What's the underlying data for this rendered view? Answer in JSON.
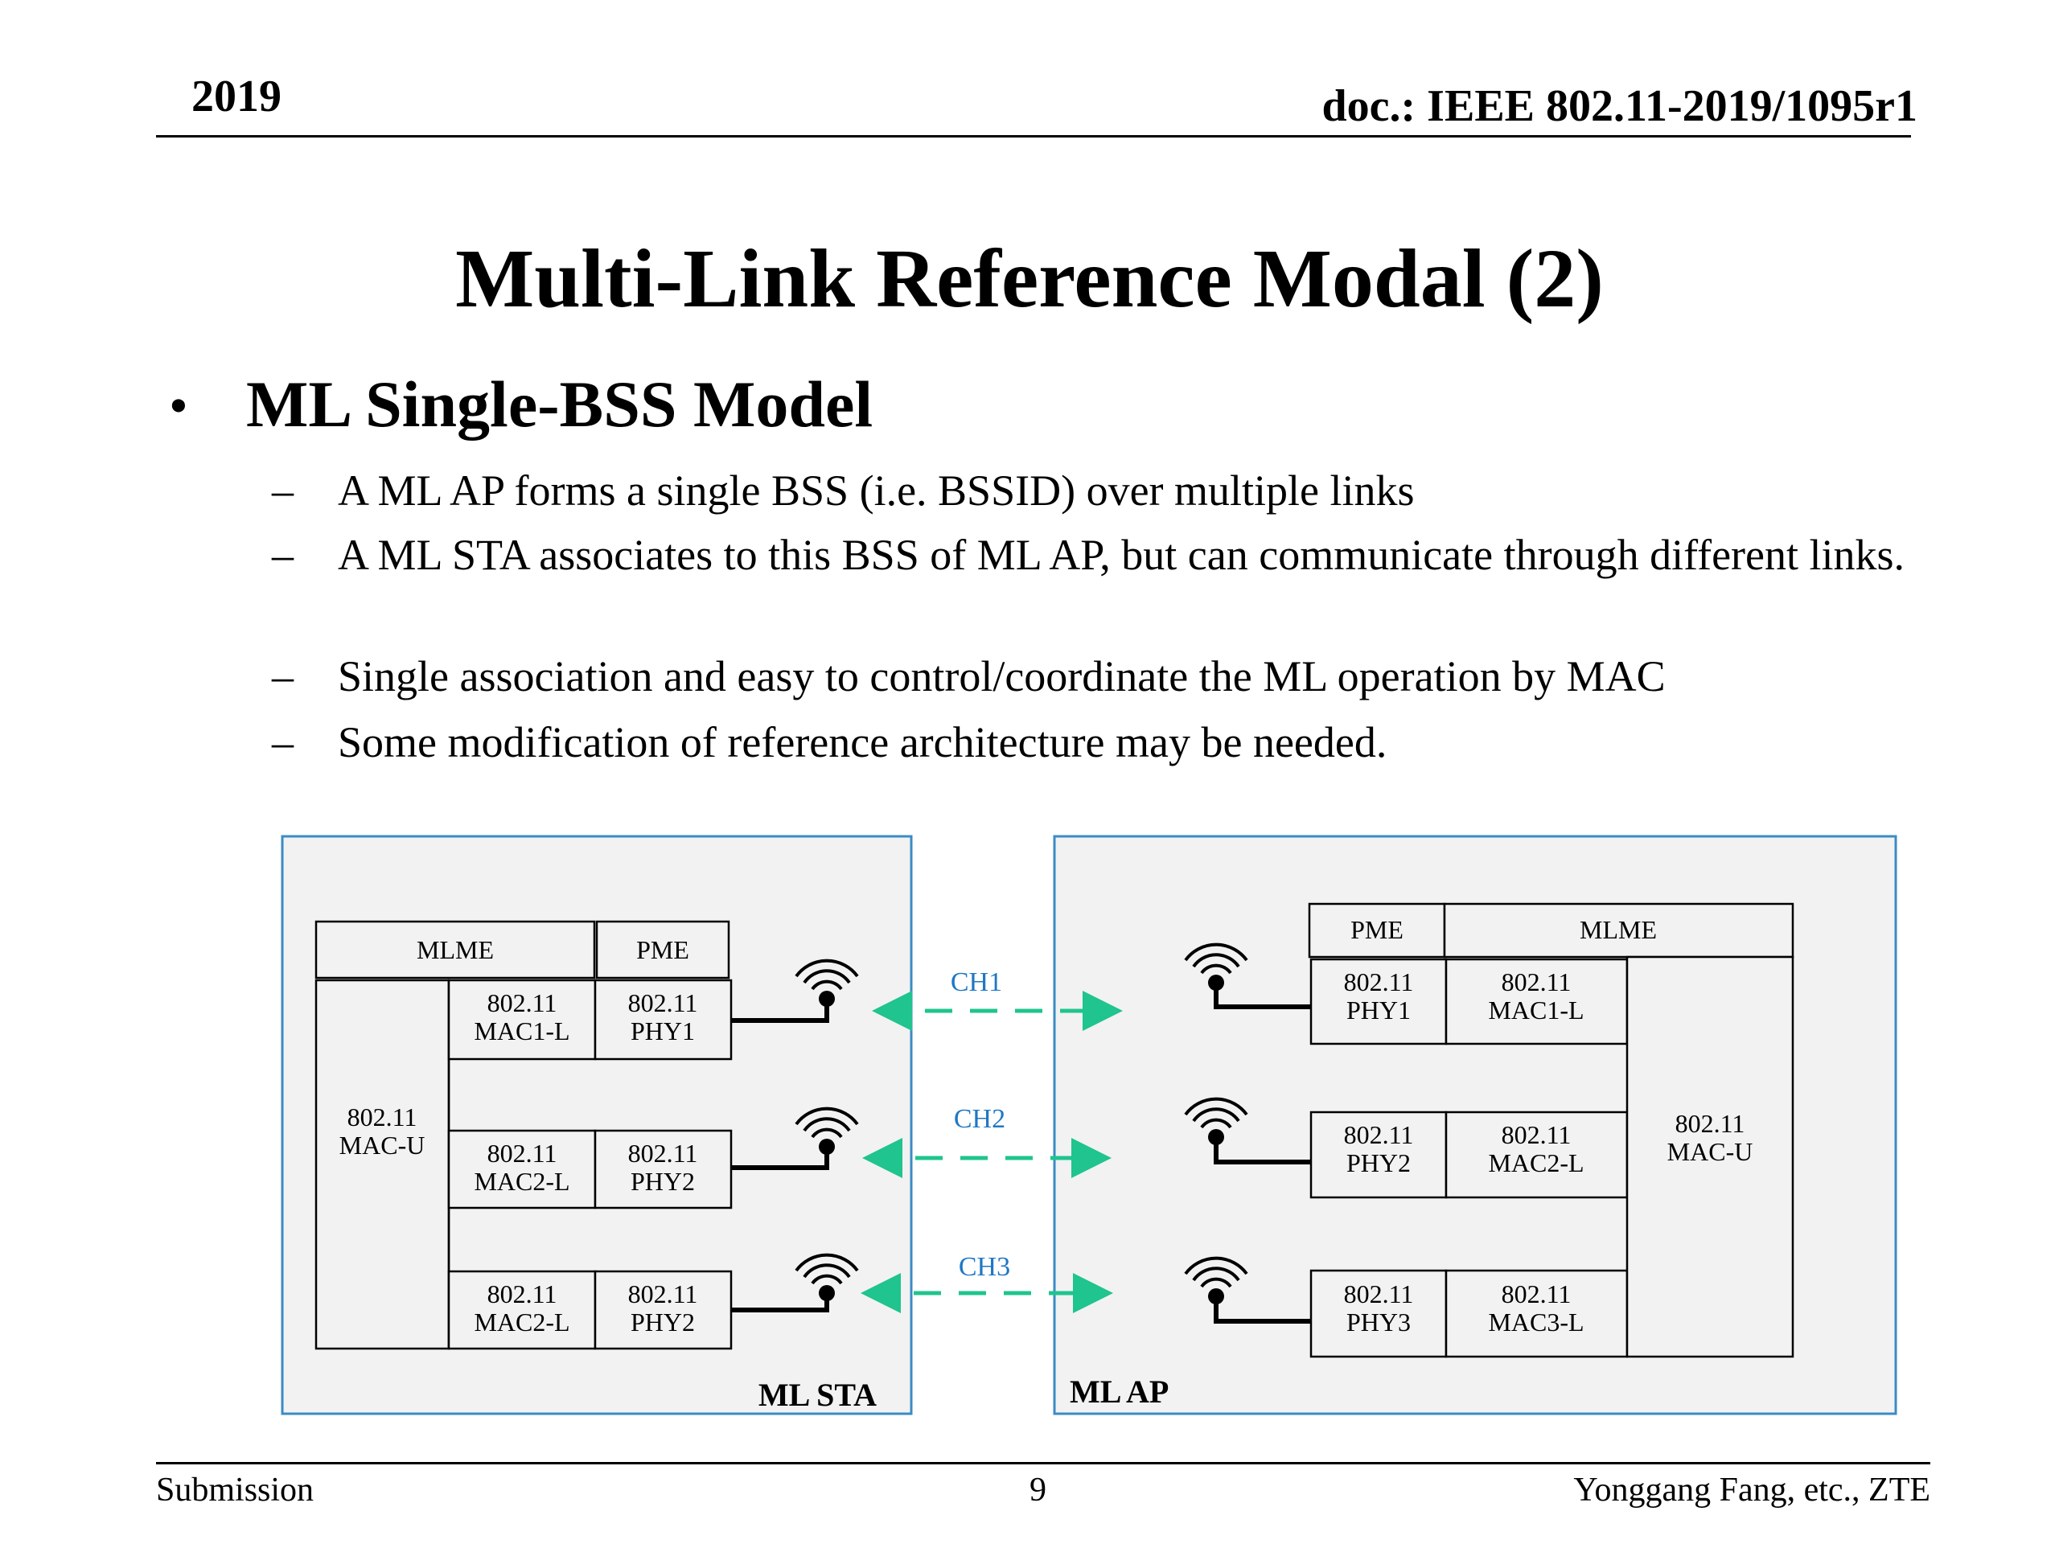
{
  "header": {
    "year": "2019",
    "doc_id": "doc.: IEEE 802.11-2019/1095r1"
  },
  "slide": {
    "title": "Multi-Link Reference Modal (2)",
    "bullet": "ML Single-BSS Model",
    "subbullets": [
      "A ML AP forms a single BSS (i.e. BSSID) over multiple links",
      "A ML STA associates to this BSS of ML AP, but can communicate through different links.",
      "Single association and easy to control/coordinate the ML operation by MAC",
      "Some modification of reference architecture may be needed."
    ]
  },
  "diagram": {
    "sta": {
      "label": "ML STA",
      "mlme": "MLME",
      "pme": "PME",
      "mac_u": [
        "802.11",
        "MAC-U"
      ],
      "rows": [
        {
          "mac": [
            "802.11",
            "MAC1-L"
          ],
          "phy": [
            "802.11",
            "PHY1"
          ]
        },
        {
          "mac": [
            "802.11",
            "MAC2-L"
          ],
          "phy": [
            "802.11",
            "PHY2"
          ]
        },
        {
          "mac": [
            "802.11",
            "MAC2-L"
          ],
          "phy": [
            "802.11",
            "PHY2"
          ]
        }
      ]
    },
    "ap": {
      "label": "ML AP",
      "mlme": "MLME",
      "pme": "PME",
      "mac_u": [
        "802.11",
        "MAC-U"
      ],
      "rows": [
        {
          "phy": [
            "802.11",
            "PHY1"
          ],
          "mac": [
            "802.11",
            "MAC1-L"
          ]
        },
        {
          "phy": [
            "802.11",
            "PHY2"
          ],
          "mac": [
            "802.11",
            "MAC2-L"
          ]
        },
        {
          "phy": [
            "802.11",
            "PHY3"
          ],
          "mac": [
            "802.11",
            "MAC3-L"
          ]
        }
      ]
    },
    "channels": [
      "CH1",
      "CH2",
      "CH3"
    ],
    "colors": {
      "container_border": "#3b8bc4",
      "container_fill": "#f2f2f2",
      "channel_label": "#1f77c4",
      "arrow": "#1fc48e"
    }
  },
  "footer": {
    "left": "Submission",
    "page": "9",
    "right": "Yonggang Fang, etc., ZTE"
  }
}
